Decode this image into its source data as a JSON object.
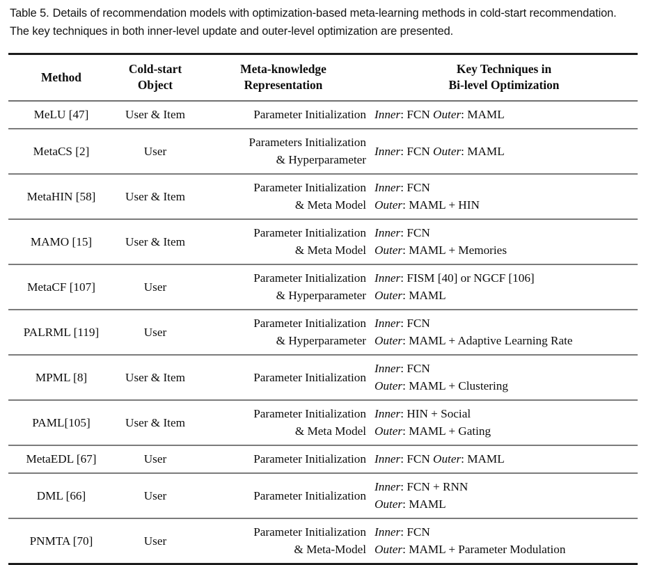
{
  "caption": {
    "label": "Table 5.",
    "text": "Details of recommendation models with optimization-based meta-learning methods in cold-start recommendation. The key techniques in both inner-level update and outer-level optimization are presented."
  },
  "table": {
    "columns": [
      {
        "line1": "Method",
        "line2": ""
      },
      {
        "line1": "Cold-start",
        "line2": "Object"
      },
      {
        "line1": "Meta-knowledge",
        "line2": "Representation"
      },
      {
        "line1": "Key Techniques in",
        "line2": "Bi-level Optimization"
      }
    ],
    "rows": [
      {
        "method": "MeLU [47]",
        "object": "User & Item",
        "meta_line1": "Parameter Initialization",
        "meta_line2": "",
        "inner_label": "Inner",
        "inner_value": "FCN",
        "outer_label": "Outer",
        "outer_value": "MAML",
        "key_single_line": true
      },
      {
        "method": "MetaCS [2]",
        "object": "User",
        "meta_line1": "Parameters Initialization",
        "meta_line2": "& Hyperparameter",
        "inner_label": "Inner",
        "inner_value": "FCN",
        "outer_label": "Outer",
        "outer_value": "MAML",
        "key_single_line": true
      },
      {
        "method": "MetaHIN [58]",
        "object": "User & Item",
        "meta_line1": "Parameter Initialization",
        "meta_line2": "& Meta Model",
        "inner_label": "Inner",
        "inner_value": "FCN",
        "outer_label": "Outer",
        "outer_value": "MAML + HIN",
        "key_single_line": false
      },
      {
        "method": "MAMO [15]",
        "object": "User & Item",
        "meta_line1": "Parameter Initialization",
        "meta_line2": "& Meta Model",
        "inner_label": "Inner",
        "inner_value": "FCN",
        "outer_label": "Outer",
        "outer_value": "MAML + Memories",
        "key_single_line": false
      },
      {
        "method": "MetaCF [107]",
        "object": "User",
        "meta_line1": "Parameter Initialization",
        "meta_line2": "& Hyperparameter",
        "inner_label": "Inner",
        "inner_value": "FISM [40] or NGCF [106]",
        "outer_label": "Outer",
        "outer_value": "MAML",
        "key_single_line": false
      },
      {
        "method": "PALRML [119]",
        "object": "User",
        "meta_line1": "Parameter Initialization",
        "meta_line2": "& Hyperparameter",
        "inner_label": "Inner",
        "inner_value": "FCN",
        "outer_label": "Outer",
        "outer_value": "MAML + Adaptive Learning Rate",
        "key_single_line": false
      },
      {
        "method": "MPML [8]",
        "object": "User & Item",
        "meta_line1": "Parameter Initialization",
        "meta_line2": "",
        "inner_label": "Inner",
        "inner_value": "FCN",
        "outer_label": "Outer",
        "outer_value": "MAML + Clustering",
        "key_single_line": false
      },
      {
        "method": "PAML[105]",
        "object": "User & Item",
        "meta_line1": "Parameter Initialization",
        "meta_line2": "& Meta Model",
        "inner_label": "Inner",
        "inner_value": "HIN + Social",
        "outer_label": "Outer",
        "outer_value": "MAML + Gating",
        "key_single_line": false
      },
      {
        "method": "MetaEDL [67]",
        "object": "User",
        "meta_line1": "Parameter Initialization",
        "meta_line2": "",
        "inner_label": "Inner",
        "inner_value": "FCN",
        "outer_label": "Outer",
        "outer_value": "MAML",
        "key_single_line": true
      },
      {
        "method": "DML [66]",
        "object": "User",
        "meta_line1": "Parameter Initialization",
        "meta_line2": "",
        "inner_label": "Inner",
        "inner_value": "FCN + RNN",
        "outer_label": "Outer",
        "outer_value": "MAML",
        "key_single_line": false
      },
      {
        "method": "PNMTA [70]",
        "object": "User",
        "meta_line1": "Parameter Initialization",
        "meta_line2": "& Meta-Model",
        "inner_label": "Inner",
        "inner_value": "FCN",
        "outer_label": "Outer",
        "outer_value": "MAML + Parameter Modulation",
        "key_single_line": false
      }
    ]
  },
  "colors": {
    "text": "#0d0d0d",
    "heavy_rule": "#1c1c1c",
    "light_rule": "#7b7b7b",
    "background": "#ffffff"
  }
}
